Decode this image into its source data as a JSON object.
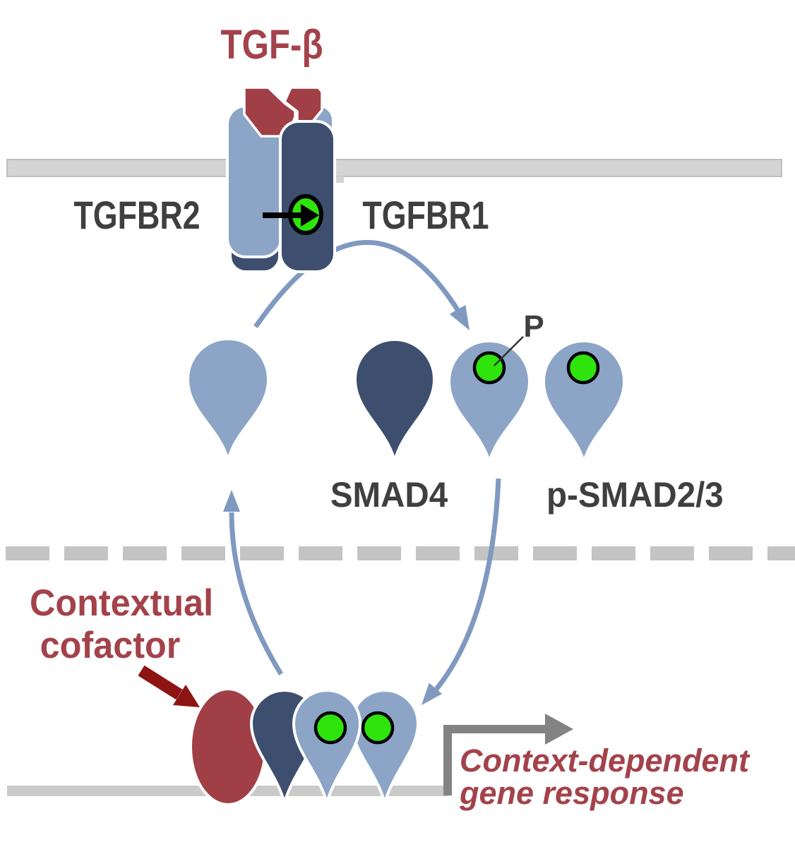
{
  "labels": {
    "ligand": "TGF-β",
    "receptor_left": "TGFBR2",
    "receptor_right": "TGFBR1",
    "smad4": "SMAD4",
    "psmad": "p-SMAD2/3",
    "phosphate": "P",
    "cofactor_line1": "Contextual",
    "cofactor_line2": "cofactor",
    "response_line1": "Context-dependent",
    "response_line2": "gene response"
  },
  "colors": {
    "light_blue": "#8CA5C6",
    "navy": "#3E4E6E",
    "red": "#A03F46",
    "red_text": "#A3424A",
    "arrow_red": "#8E1414",
    "green": "#2FE30D",
    "arc_blue": "#7F99C0",
    "gray_text": "#3F3F3F",
    "membrane": "#D4D4D4",
    "dash": "#C4C4C4",
    "dna": "#CACACA",
    "transcription": "#838383",
    "black": "#000000"
  }
}
